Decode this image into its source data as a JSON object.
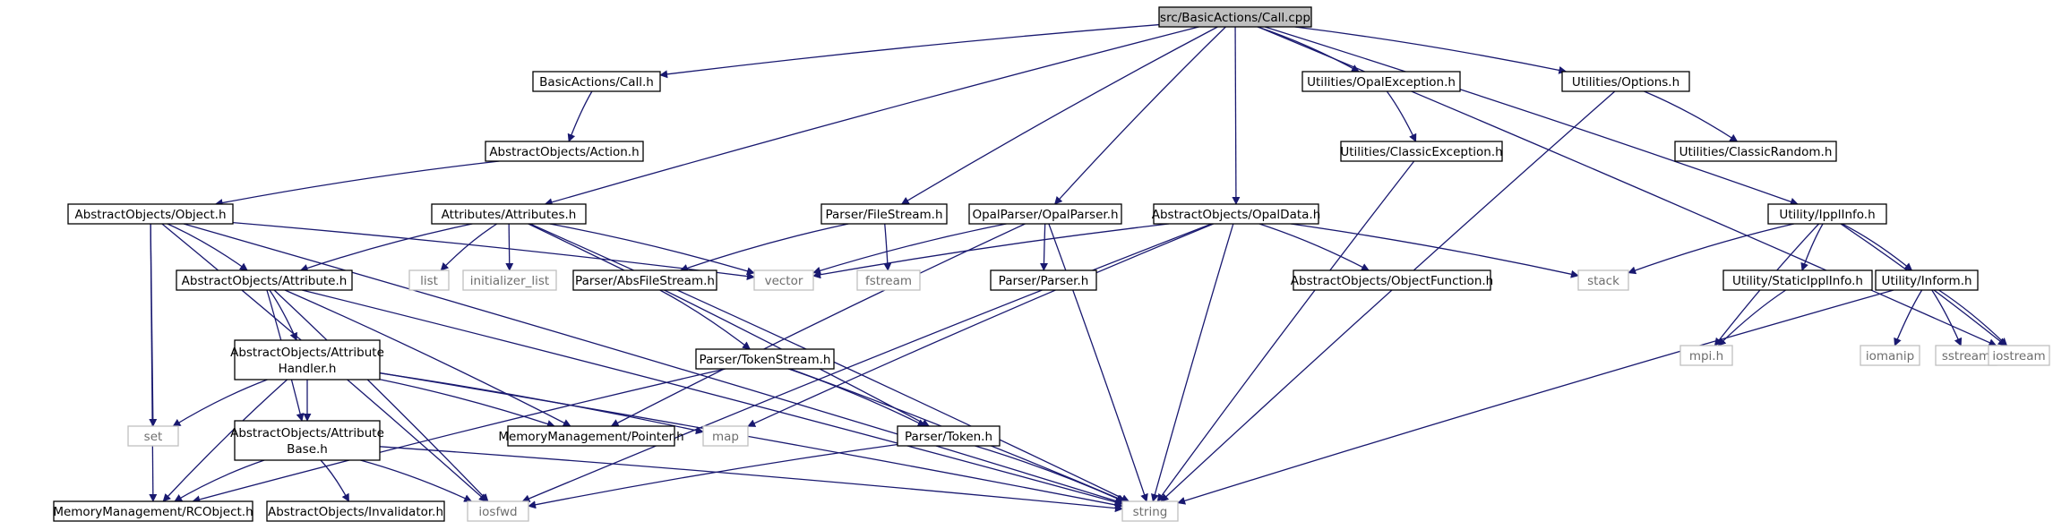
{
  "colors": {
    "edge": "#191970",
    "root_fill": "#bfbfbf",
    "ext_border": "#bfbfbf",
    "ext_text": "#6e6e6e"
  },
  "nodes": [
    {
      "id": "call_cpp",
      "label": "src/BasicActions/Call.cpp",
      "kind": "root"
    },
    {
      "id": "call_h",
      "label": "BasicActions/Call.h",
      "kind": "normal"
    },
    {
      "id": "action_h",
      "label": "AbstractObjects/Action.h",
      "kind": "normal"
    },
    {
      "id": "object_h",
      "label": "AbstractObjects/Object.h",
      "kind": "normal"
    },
    {
      "id": "attribute_h",
      "label": "AbstractObjects/Attribute.h",
      "kind": "normal"
    },
    {
      "id": "attrhandler_h",
      "lines": [
        "AbstractObjects/Attribute",
        "Handler.h"
      ],
      "kind": "normal"
    },
    {
      "id": "attrbase_h",
      "lines": [
        "AbstractObjects/Attribute",
        "Base.h"
      ],
      "kind": "normal"
    },
    {
      "id": "rcobject_h",
      "label": "MemoryManagement/RCObject.h",
      "kind": "normal"
    },
    {
      "id": "invalidator_h",
      "label": "AbstractObjects/Invalidator.h",
      "kind": "normal"
    },
    {
      "id": "iosfwd",
      "label": "iosfwd",
      "kind": "ext"
    },
    {
      "id": "set",
      "label": "set",
      "kind": "ext"
    },
    {
      "id": "attributes_h",
      "label": "Attributes/Attributes.h",
      "kind": "normal"
    },
    {
      "id": "list",
      "label": "list",
      "kind": "ext"
    },
    {
      "id": "initializer_list",
      "label": "initializer_list",
      "kind": "ext"
    },
    {
      "id": "vector",
      "label": "vector",
      "kind": "ext"
    },
    {
      "id": "pointer_h",
      "label": "MemoryManagement/Pointer.h",
      "kind": "normal"
    },
    {
      "id": "map",
      "label": "map",
      "kind": "ext"
    },
    {
      "id": "filestream_h",
      "label": "Parser/FileStream.h",
      "kind": "normal"
    },
    {
      "id": "fstream",
      "label": "fstream",
      "kind": "ext"
    },
    {
      "id": "absfilestream_h",
      "label": "Parser/AbsFileStream.h",
      "kind": "normal"
    },
    {
      "id": "tokenstream_h",
      "label": "Parser/TokenStream.h",
      "kind": "normal"
    },
    {
      "id": "token_h",
      "label": "Parser/Token.h",
      "kind": "normal"
    },
    {
      "id": "string",
      "label": "string",
      "kind": "ext"
    },
    {
      "id": "opalparser_h",
      "label": "OpalParser/OpalParser.h",
      "kind": "normal"
    },
    {
      "id": "parser_h",
      "label": "Parser/Parser.h",
      "kind": "normal"
    },
    {
      "id": "opaldata_h",
      "label": "AbstractObjects/OpalData.h",
      "kind": "normal"
    },
    {
      "id": "objectfunction_h",
      "label": "AbstractObjects/ObjectFunction.h",
      "kind": "normal"
    },
    {
      "id": "stack",
      "label": "stack",
      "kind": "ext"
    },
    {
      "id": "opalexception_h",
      "label": "Utilities/OpalException.h",
      "kind": "normal"
    },
    {
      "id": "classicexception_h",
      "label": "Utilities/ClassicException.h",
      "kind": "normal"
    },
    {
      "id": "options_h",
      "label": "Utilities/Options.h",
      "kind": "normal"
    },
    {
      "id": "classicrandom_h",
      "label": "Utilities/ClassicRandom.h",
      "kind": "normal"
    },
    {
      "id": "ipplinfo_h",
      "label": "Utility/IpplInfo.h",
      "kind": "normal"
    },
    {
      "id": "staticipplinfo_h",
      "label": "Utility/StaticIpplInfo.h",
      "kind": "normal"
    },
    {
      "id": "inform_h",
      "label": "Utility/Inform.h",
      "kind": "normal"
    },
    {
      "id": "mpi_h",
      "label": "mpi.h",
      "kind": "ext"
    },
    {
      "id": "iomanip",
      "label": "iomanip",
      "kind": "ext"
    },
    {
      "id": "sstream",
      "label": "sstream",
      "kind": "ext"
    },
    {
      "id": "iostream",
      "label": "iostream",
      "kind": "ext"
    }
  ],
  "edges": [
    [
      "call_cpp",
      "call_h"
    ],
    [
      "call_cpp",
      "attributes_h"
    ],
    [
      "call_cpp",
      "filestream_h"
    ],
    [
      "call_cpp",
      "opalparser_h"
    ],
    [
      "call_cpp",
      "opaldata_h"
    ],
    [
      "call_cpp",
      "opalexception_h"
    ],
    [
      "call_cpp",
      "options_h"
    ],
    [
      "call_cpp",
      "ipplinfo_h"
    ],
    [
      "call_cpp",
      "iostream"
    ],
    [
      "call_h",
      "action_h"
    ],
    [
      "action_h",
      "object_h"
    ],
    [
      "object_h",
      "attribute_h"
    ],
    [
      "object_h",
      "set"
    ],
    [
      "object_h",
      "rcobject_h"
    ],
    [
      "object_h",
      "iosfwd"
    ],
    [
      "object_h",
      "string"
    ],
    [
      "object_h",
      "vector"
    ],
    [
      "attribute_h",
      "attrhandler_h"
    ],
    [
      "attribute_h",
      "attrbase_h"
    ],
    [
      "attribute_h",
      "pointer_h"
    ],
    [
      "attribute_h",
      "iosfwd"
    ],
    [
      "attribute_h",
      "string"
    ],
    [
      "attrhandler_h",
      "attrbase_h"
    ],
    [
      "attrhandler_h",
      "set"
    ],
    [
      "attrhandler_h",
      "pointer_h"
    ],
    [
      "attrhandler_h",
      "map"
    ],
    [
      "attrhandler_h",
      "rcobject_h"
    ],
    [
      "attrhandler_h",
      "string"
    ],
    [
      "attrbase_h",
      "rcobject_h"
    ],
    [
      "attrbase_h",
      "invalidator_h"
    ],
    [
      "attrbase_h",
      "iosfwd"
    ],
    [
      "attrbase_h",
      "string"
    ],
    [
      "attributes_h",
      "attribute_h"
    ],
    [
      "attributes_h",
      "list"
    ],
    [
      "attributes_h",
      "initializer_list"
    ],
    [
      "attributes_h",
      "vector"
    ],
    [
      "attributes_h",
      "token_h"
    ],
    [
      "attributes_h",
      "string"
    ],
    [
      "filestream_h",
      "absfilestream_h"
    ],
    [
      "filestream_h",
      "fstream"
    ],
    [
      "absfilestream_h",
      "tokenstream_h"
    ],
    [
      "tokenstream_h",
      "token_h"
    ],
    [
      "tokenstream_h",
      "rcobject_h"
    ],
    [
      "tokenstream_h",
      "string"
    ],
    [
      "token_h",
      "iosfwd"
    ],
    [
      "token_h",
      "string"
    ],
    [
      "opalparser_h",
      "parser_h"
    ],
    [
      "opalparser_h",
      "pointer_h"
    ],
    [
      "opalparser_h",
      "vector"
    ],
    [
      "opalparser_h",
      "string"
    ],
    [
      "opaldata_h",
      "objectfunction_h"
    ],
    [
      "opaldata_h",
      "stack"
    ],
    [
      "opaldata_h",
      "map"
    ],
    [
      "opaldata_h",
      "vector"
    ],
    [
      "opaldata_h",
      "string"
    ],
    [
      "opaldata_h",
      "iosfwd"
    ],
    [
      "opalexception_h",
      "classicexception_h"
    ],
    [
      "classicexception_h",
      "string"
    ],
    [
      "options_h",
      "classicrandom_h"
    ],
    [
      "options_h",
      "string"
    ],
    [
      "ipplinfo_h",
      "staticipplinfo_h"
    ],
    [
      "ipplinfo_h",
      "inform_h"
    ],
    [
      "ipplinfo_h",
      "mpi_h"
    ],
    [
      "ipplinfo_h",
      "iostream"
    ],
    [
      "ipplinfo_h",
      "stack"
    ],
    [
      "staticipplinfo_h",
      "mpi_h"
    ],
    [
      "inform_h",
      "iomanip"
    ],
    [
      "inform_h",
      "sstream"
    ],
    [
      "inform_h",
      "iostream"
    ],
    [
      "inform_h",
      "string"
    ]
  ]
}
